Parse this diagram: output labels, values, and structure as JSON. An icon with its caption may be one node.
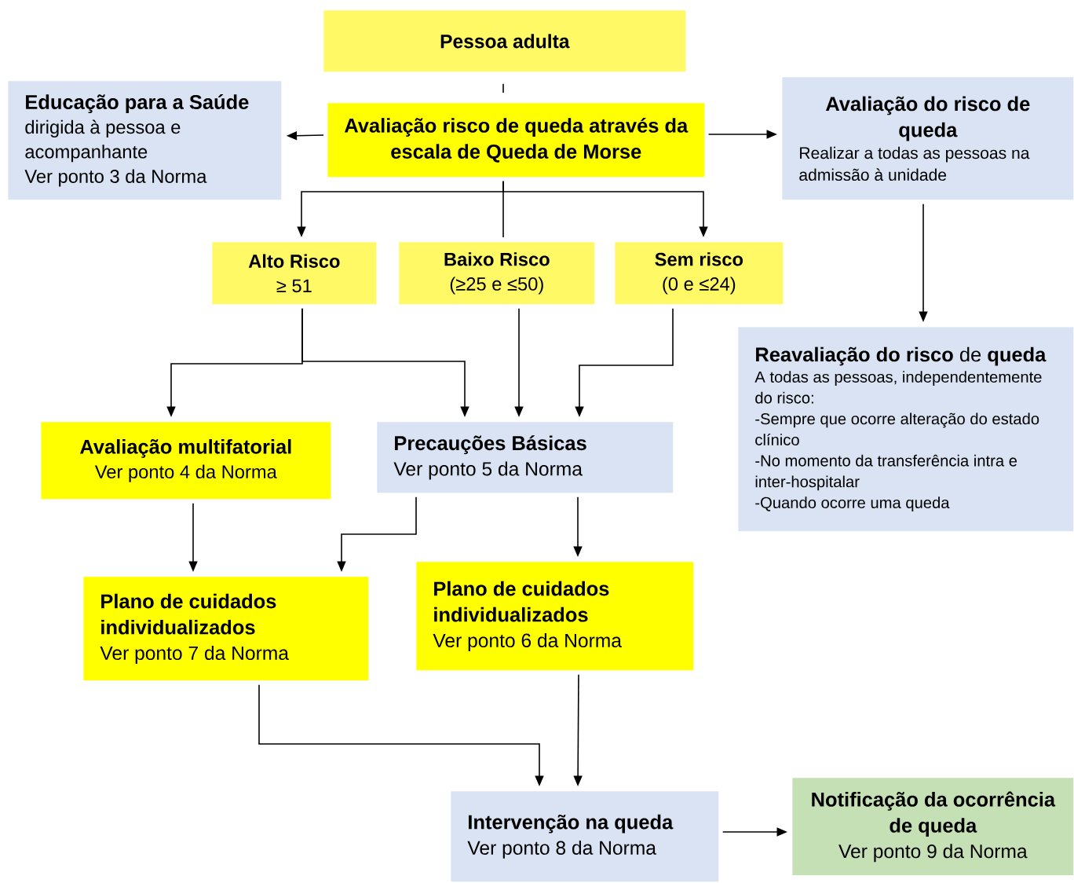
{
  "diagram": {
    "nodes": [
      {
        "text": [
          "Pessoa adulta"
        ]
      },
      {
        "text": [
          "Avaliação risco de queda através da escala de Queda de Morse"
        ]
      },
      {
        "text": [
          "Educação para a Saúde",
          "dirigida à pessoa e acompanhante",
          "Ver ponto 3 da Norma"
        ]
      },
      {
        "text": [
          "Avaliação do risco de queda",
          "Realizar a todas as pessoas na admissão à unidade"
        ]
      },
      {
        "text": [
          "Alto Risco",
          "≥ 51"
        ]
      },
      {
        "text": [
          "Baixo Risco",
          "(≥25 e ≤50)"
        ]
      },
      {
        "text": [
          "Sem risco",
          "(0 e ≤24)"
        ]
      },
      {
        "text": [
          "**Reavaliação do risco** de **queda**",
          "A todas as pessoas, independentemente do risco:",
          "-Sempre que ocorre alteração do estado clínico",
          "-No momento da transferência intra e inter-hospitalar",
          "-Quando ocorre uma queda"
        ]
      },
      {
        "text": [
          "Avaliação multifatorial",
          "Ver ponto 4 da Norma"
        ]
      },
      {
        "text": [
          "Precauções Básicas",
          "Ver ponto 5 da Norma"
        ]
      },
      {
        "text": [
          "Plano de cuidados individualizados",
          "Ver ponto 7 da Norma"
        ]
      },
      {
        "text": [
          "Plano de cuidados individualizados",
          "Ver ponto 6 da Norma"
        ]
      },
      {
        "text": [
          "Intervenção na queda",
          "Ver ponto 8 da Norma"
        ]
      },
      {
        "text": [
          "Notificação da ocorrência de queda",
          "Ver ponto 9 da Norma"
        ]
      }
    ],
    "edges": [
      {
        "from": 0,
        "to": 1,
        "arrow": "none"
      },
      {
        "from": 1,
        "to": 2,
        "arrow": "to"
      },
      {
        "from": 1,
        "to": 3,
        "arrow": "to"
      },
      {
        "from": 1,
        "to": 4,
        "arrow": "to"
      },
      {
        "from": 1,
        "to": 5,
        "arrow": "none"
      },
      {
        "from": 1,
        "to": 6,
        "arrow": "to"
      },
      {
        "from": 3,
        "to": 7,
        "arrow": "to"
      },
      {
        "from": 4,
        "to": 8,
        "arrow": "to"
      },
      {
        "from": 4,
        "to": 9,
        "arrow": "to"
      },
      {
        "from": 5,
        "to": 9,
        "arrow": "to"
      },
      {
        "from": 6,
        "to": 9,
        "arrow": "to"
      },
      {
        "from": 8,
        "to": 10,
        "arrow": "to"
      },
      {
        "from": 9,
        "to": 10,
        "arrow": "to"
      },
      {
        "from": 9,
        "to": 11,
        "arrow": "to"
      },
      {
        "from": 10,
        "to": 12,
        "arrow": "to"
      },
      {
        "from": 11,
        "to": 12,
        "arrow": "to"
      },
      {
        "from": 12,
        "to": 13,
        "arrow": "to"
      }
    ]
  }
}
